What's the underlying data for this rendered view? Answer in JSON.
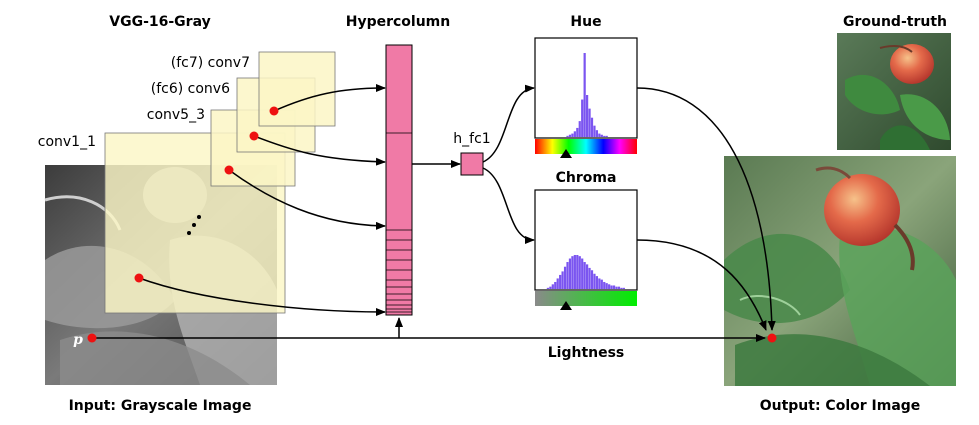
{
  "titles": {
    "network": "VGG-16-Gray",
    "hypercolumn": "Hypercolumn",
    "hue": "Hue",
    "chroma": "Chroma",
    "ground_truth": "Ground-truth",
    "input": "Input: Grayscale Image",
    "output": "Output: Color Image",
    "lightness": "Lightness"
  },
  "layers": {
    "conv1_1": "conv1_1",
    "conv5_3": "conv5_3",
    "conv6": "(fc6) conv6",
    "conv7": "(fc7) conv7"
  },
  "h_fc1": "h_fc1",
  "pixel_label": "p",
  "colors": {
    "hypercolumn_fill": "#f07aa6",
    "layer_fill": "#fbf6c6",
    "histogram_bars": "#7b55f0",
    "point": "#ee1111"
  },
  "hue_histogram": [
    0,
    0,
    0,
    0,
    0,
    0,
    0,
    0,
    0,
    0,
    0,
    0,
    1,
    2,
    3,
    5,
    8,
    14,
    33,
    74,
    37,
    25,
    17,
    10,
    6,
    3,
    2,
    1,
    1,
    0,
    0,
    0,
    0,
    0,
    0,
    0,
    0,
    0,
    0,
    0
  ],
  "chroma_histogram": [
    0,
    0,
    0,
    0,
    1,
    2,
    4,
    6,
    9,
    12,
    15,
    19,
    23,
    26,
    28,
    29,
    29,
    28,
    26,
    23,
    21,
    18,
    16,
    13,
    11,
    9,
    8,
    6,
    5,
    4,
    3,
    3,
    2,
    2,
    1,
    1,
    0,
    0,
    0,
    0
  ]
}
